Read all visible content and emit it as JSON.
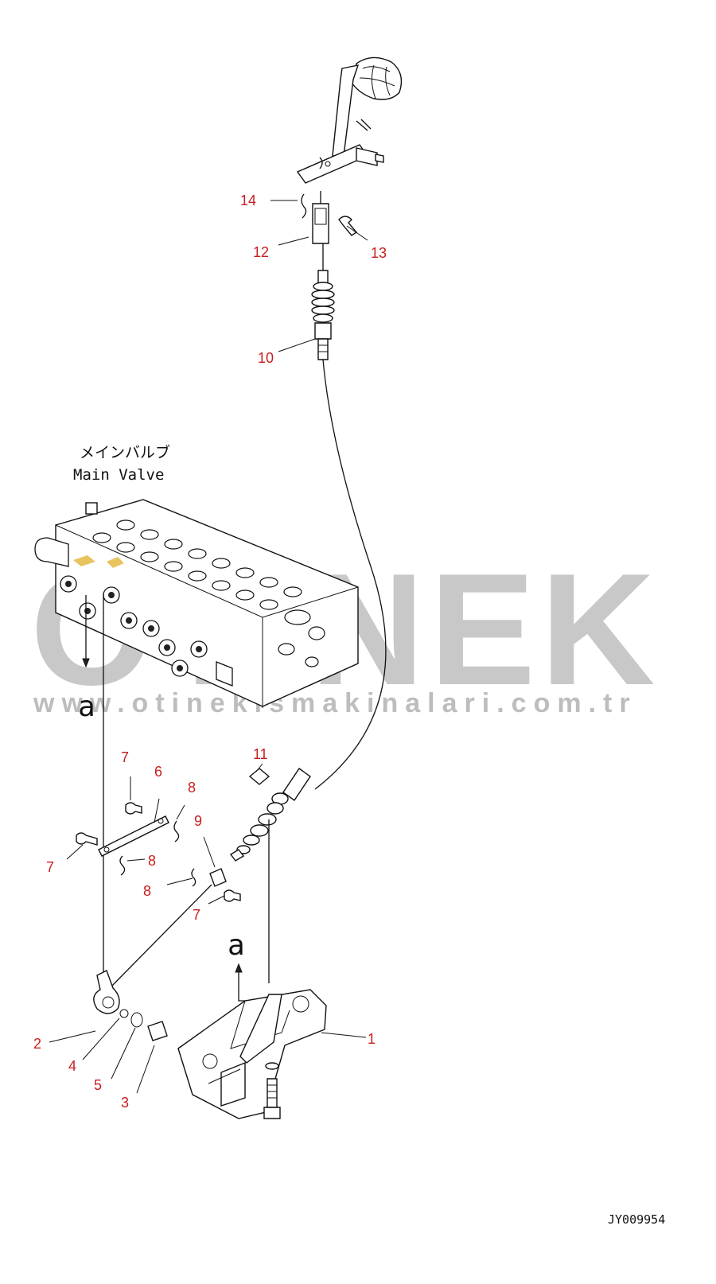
{
  "watermark": {
    "brand": "OTINEK",
    "url": "www.otinekismakinalari.com.tr"
  },
  "main_valve": {
    "label_jp": "メインバルブ",
    "label_en": "Main Valve"
  },
  "reference_marks": {
    "top": "a",
    "bottom": "a"
  },
  "callouts": [
    "14",
    "12",
    "13",
    "10",
    "11",
    "7",
    "6",
    "8",
    "9",
    "7",
    "8",
    "8",
    "7",
    "2",
    "4",
    "5",
    "3",
    "1"
  ],
  "drawing_code": "JY009954",
  "colors": {
    "callout": "#c81e1e",
    "watermark": "#c8c8c8",
    "line": "#111111"
  }
}
